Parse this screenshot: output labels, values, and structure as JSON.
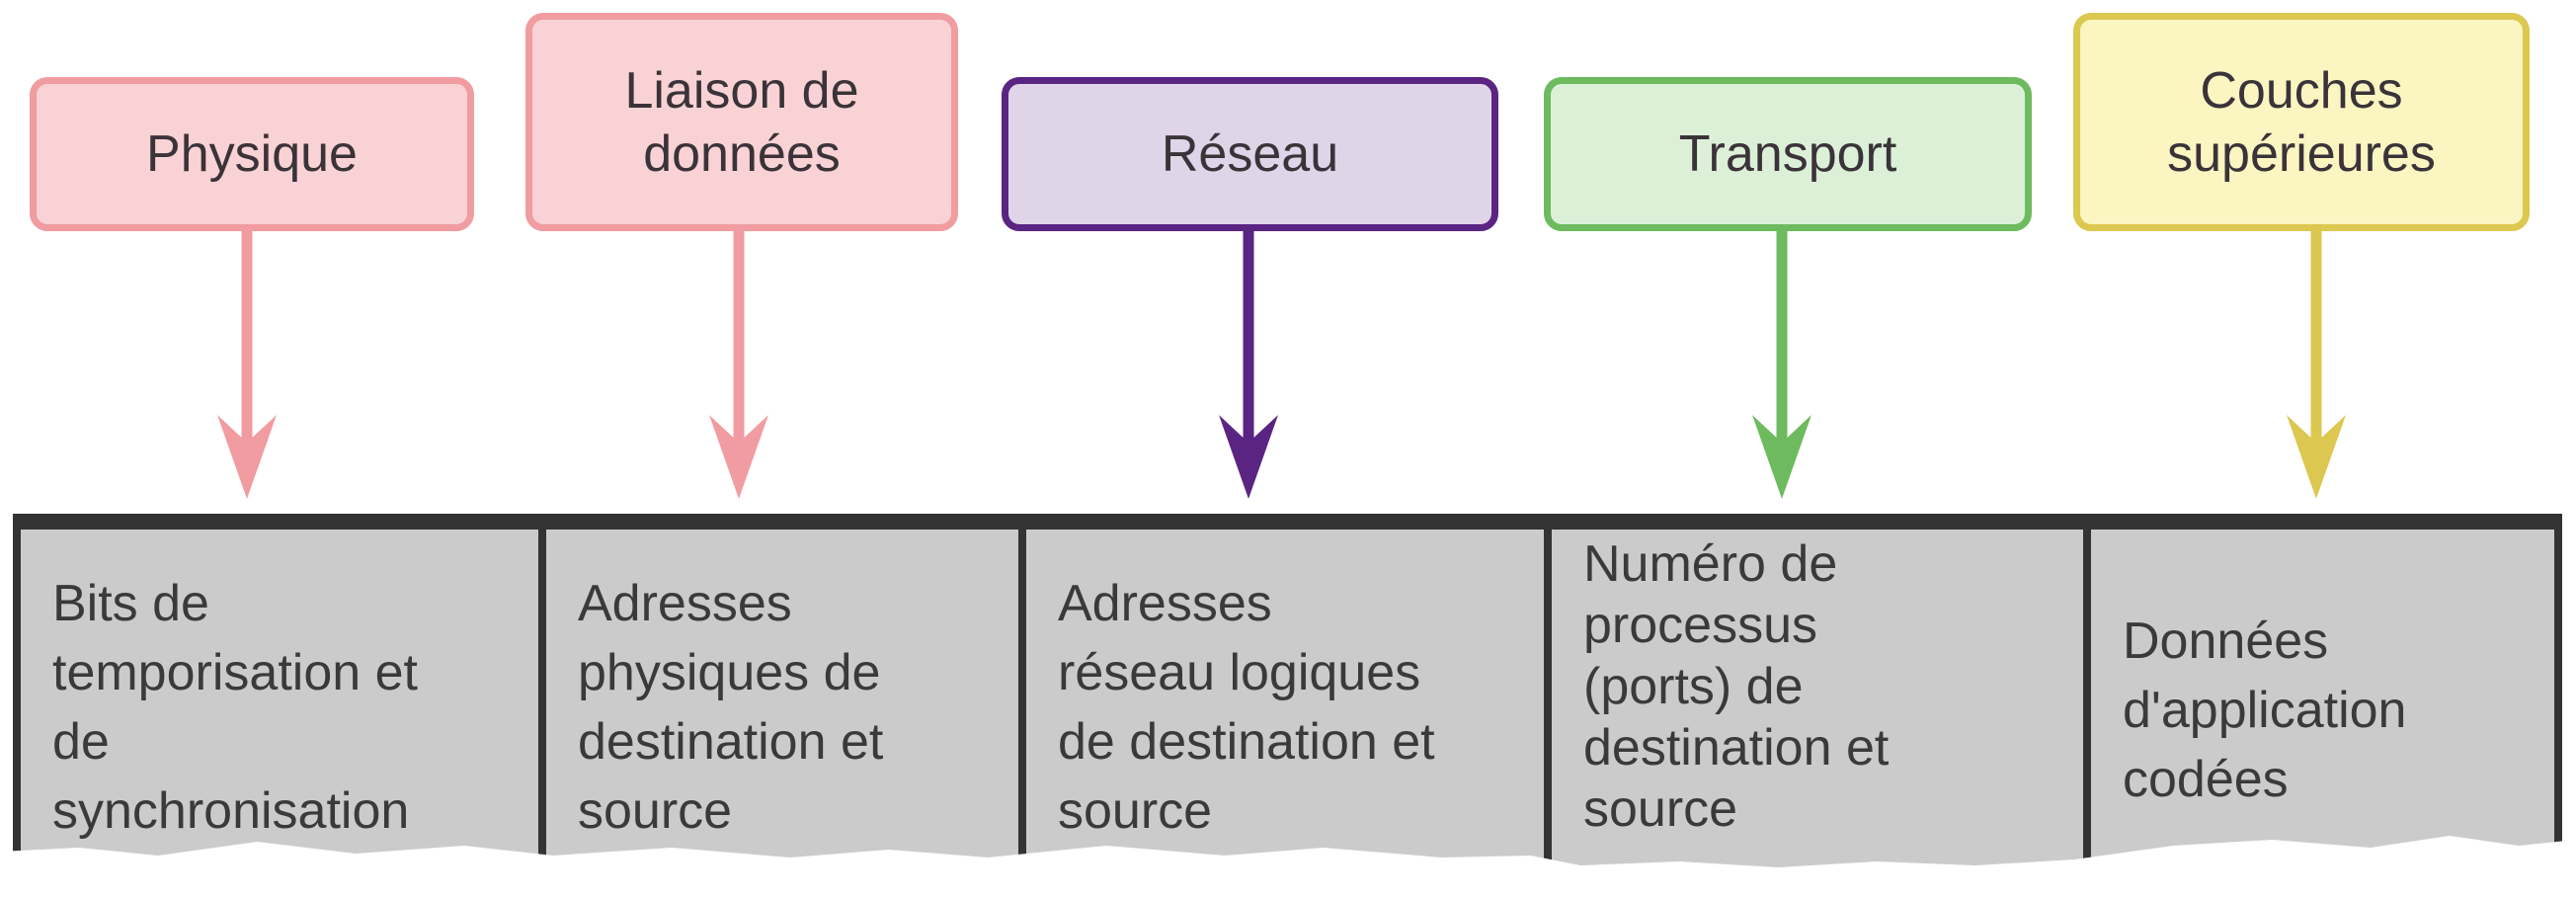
{
  "layers": [
    {
      "label": "Physique",
      "color": "#f09ca0",
      "fill": "#f8d2d4",
      "content": "Bits de\ntemporisation et\nde\nsynchronisation"
    },
    {
      "label": "Liaison de\ndonnées",
      "color": "#f09ca0",
      "fill": "#f8d2d4",
      "content": "Adresses\nphysiques de\ndestination et\nsource"
    },
    {
      "label": "Réseau",
      "color": "#5a2483",
      "fill": "#e0d4e8",
      "content": "Adresses\nréseau logiques\nde destination et\nsource"
    },
    {
      "label": "Transport",
      "color": "#6dbb5e",
      "fill": "#dcf0d8",
      "content": "Numéro de\nprocessus\n(ports) de\ndestination et\nsource"
    },
    {
      "label": "Couches\nsupérieures",
      "color": "#dcc750",
      "fill": "#fbf5c2",
      "content": "Données\nd'application\ncodées"
    }
  ]
}
